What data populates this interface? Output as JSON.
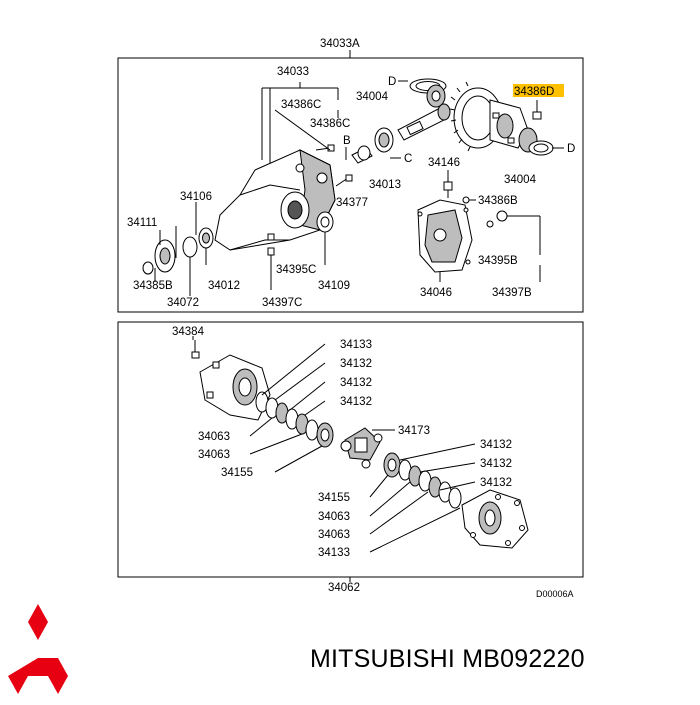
{
  "diagram": {
    "top_callout": "34033A",
    "bottom_callout": "34062",
    "drawing_code": "D00006A",
    "upper_labels": {
      "l34033": "34033",
      "l34386C_a": "34386C",
      "l34386C_b": "34386C",
      "l34004_a": "34004",
      "l34386D": "34386D",
      "l34004_b": "34004",
      "l34013": "34013",
      "l34146": "34146",
      "l34377": "34377",
      "l34386B": "34386B",
      "l34106": "34106",
      "l34111": "34111",
      "l34385B": "34385B",
      "l34072": "34072",
      "l34012": "34012",
      "l34395C": "34395C",
      "l34397C": "34397C",
      "l34109": "34109",
      "l34046": "34046",
      "l34395B": "34395B",
      "l34397B": "34397B",
      "mark_d1": "D",
      "mark_d2": "D",
      "mark_b": "B",
      "mark_c": "C"
    },
    "lower_labels": {
      "l34384": "34384",
      "r1": "34133",
      "r2": "34132",
      "r3": "34132",
      "r4": "34132",
      "l34063_a": "34063",
      "l34063_b": "34063",
      "l34155_a": "34155",
      "l34173": "34173",
      "r5": "34132",
      "r6": "34132",
      "r7": "34132",
      "l34155_b": "34155",
      "l34063_c": "34063",
      "l34063_d": "34063",
      "l34133_b": "34133"
    },
    "highlight_color": "#ffc000"
  },
  "brand": {
    "text": "MITSUBISHI MB092220",
    "logo_color": "#e60012"
  }
}
